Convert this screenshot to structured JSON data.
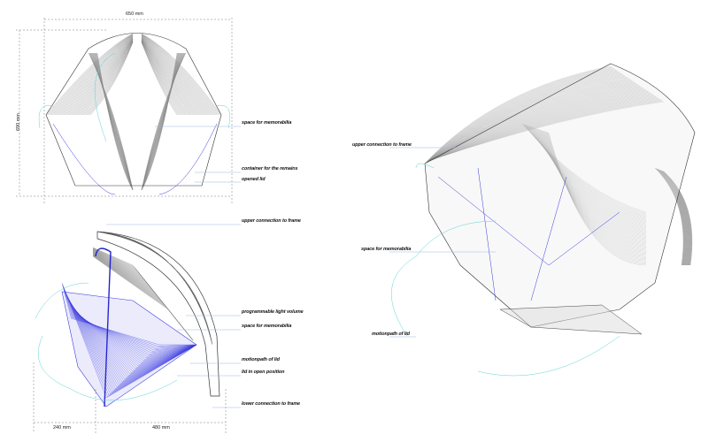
{
  "front_view": {
    "width_dim": "650 mm",
    "height_dim": "690 mm",
    "labels": [
      "space for memorabilia",
      "container for the remains",
      "opened lid"
    ]
  },
  "side_view": {
    "dims": [
      "240 mm",
      "480 mm"
    ],
    "labels": [
      "upper connection to frame",
      "programmable light volume",
      "space for memorabilia",
      "motionpath of lid",
      "lid in open position",
      "lower connection to frame"
    ]
  },
  "perspective_view": {
    "labels": [
      "upper connection to frame",
      "space for memorabilia",
      "motionpath of lid"
    ]
  },
  "colors": {
    "line": "#333333",
    "blue": "#3a3ae0",
    "cyan": "#5fd3d3",
    "leader": "#9db8e0"
  }
}
